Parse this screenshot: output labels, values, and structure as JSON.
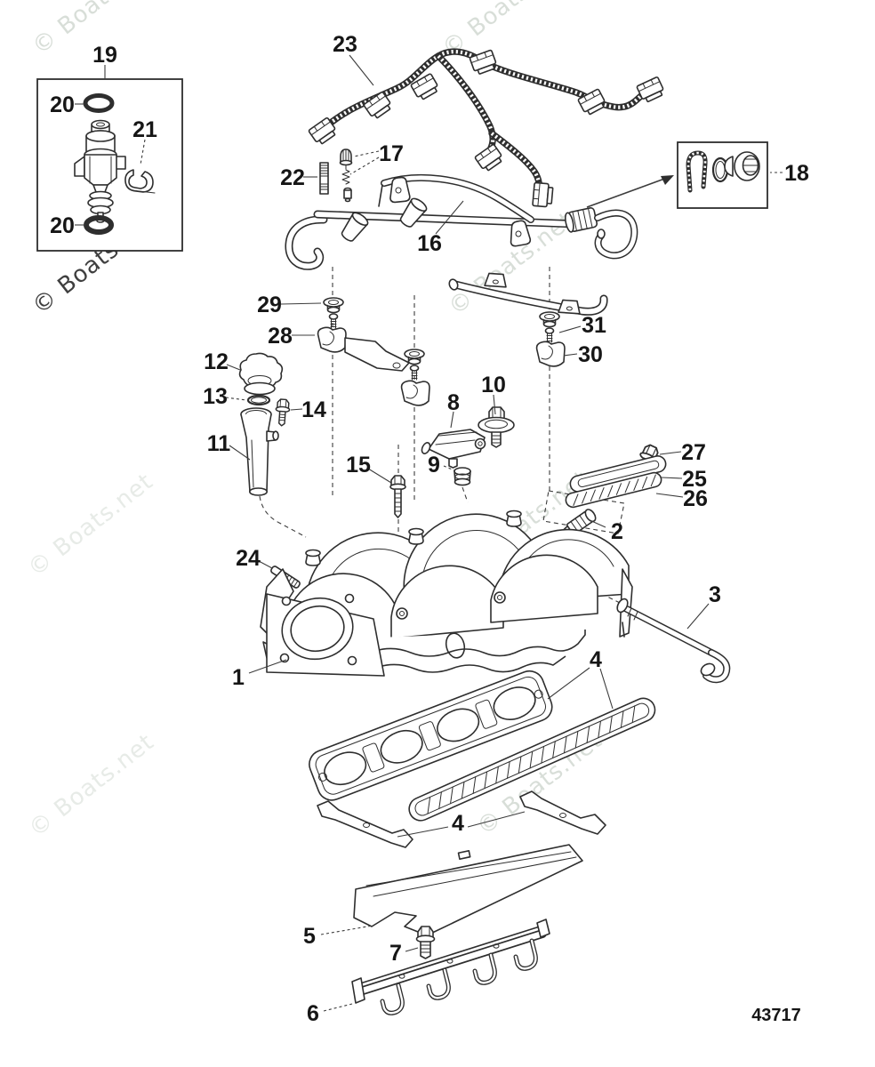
{
  "watermark": {
    "text": "© Boats.net",
    "light_color": "#d8ded8",
    "faint_color": "#e7ebe7",
    "dark_color": "#3f3f3f"
  },
  "figure_number": "43717",
  "callouts": {
    "c1": "1",
    "c2": "2",
    "c3": "3",
    "c4a": "4",
    "c4b": "4",
    "c5": "5",
    "c6": "6",
    "c7": "7",
    "c8": "8",
    "c9": "9",
    "c10": "10",
    "c11": "11",
    "c12": "12",
    "c13": "13",
    "c14": "14",
    "c15": "15",
    "c16": "16",
    "c17": "17",
    "c18": "18",
    "c19": "19",
    "c20a": "20",
    "c20b": "20",
    "c21": "21",
    "c22": "22",
    "c23": "23",
    "c24": "24",
    "c25": "25",
    "c26": "26",
    "c27": "27",
    "c28": "28",
    "c29": "29",
    "c30": "30",
    "c31": "31"
  }
}
